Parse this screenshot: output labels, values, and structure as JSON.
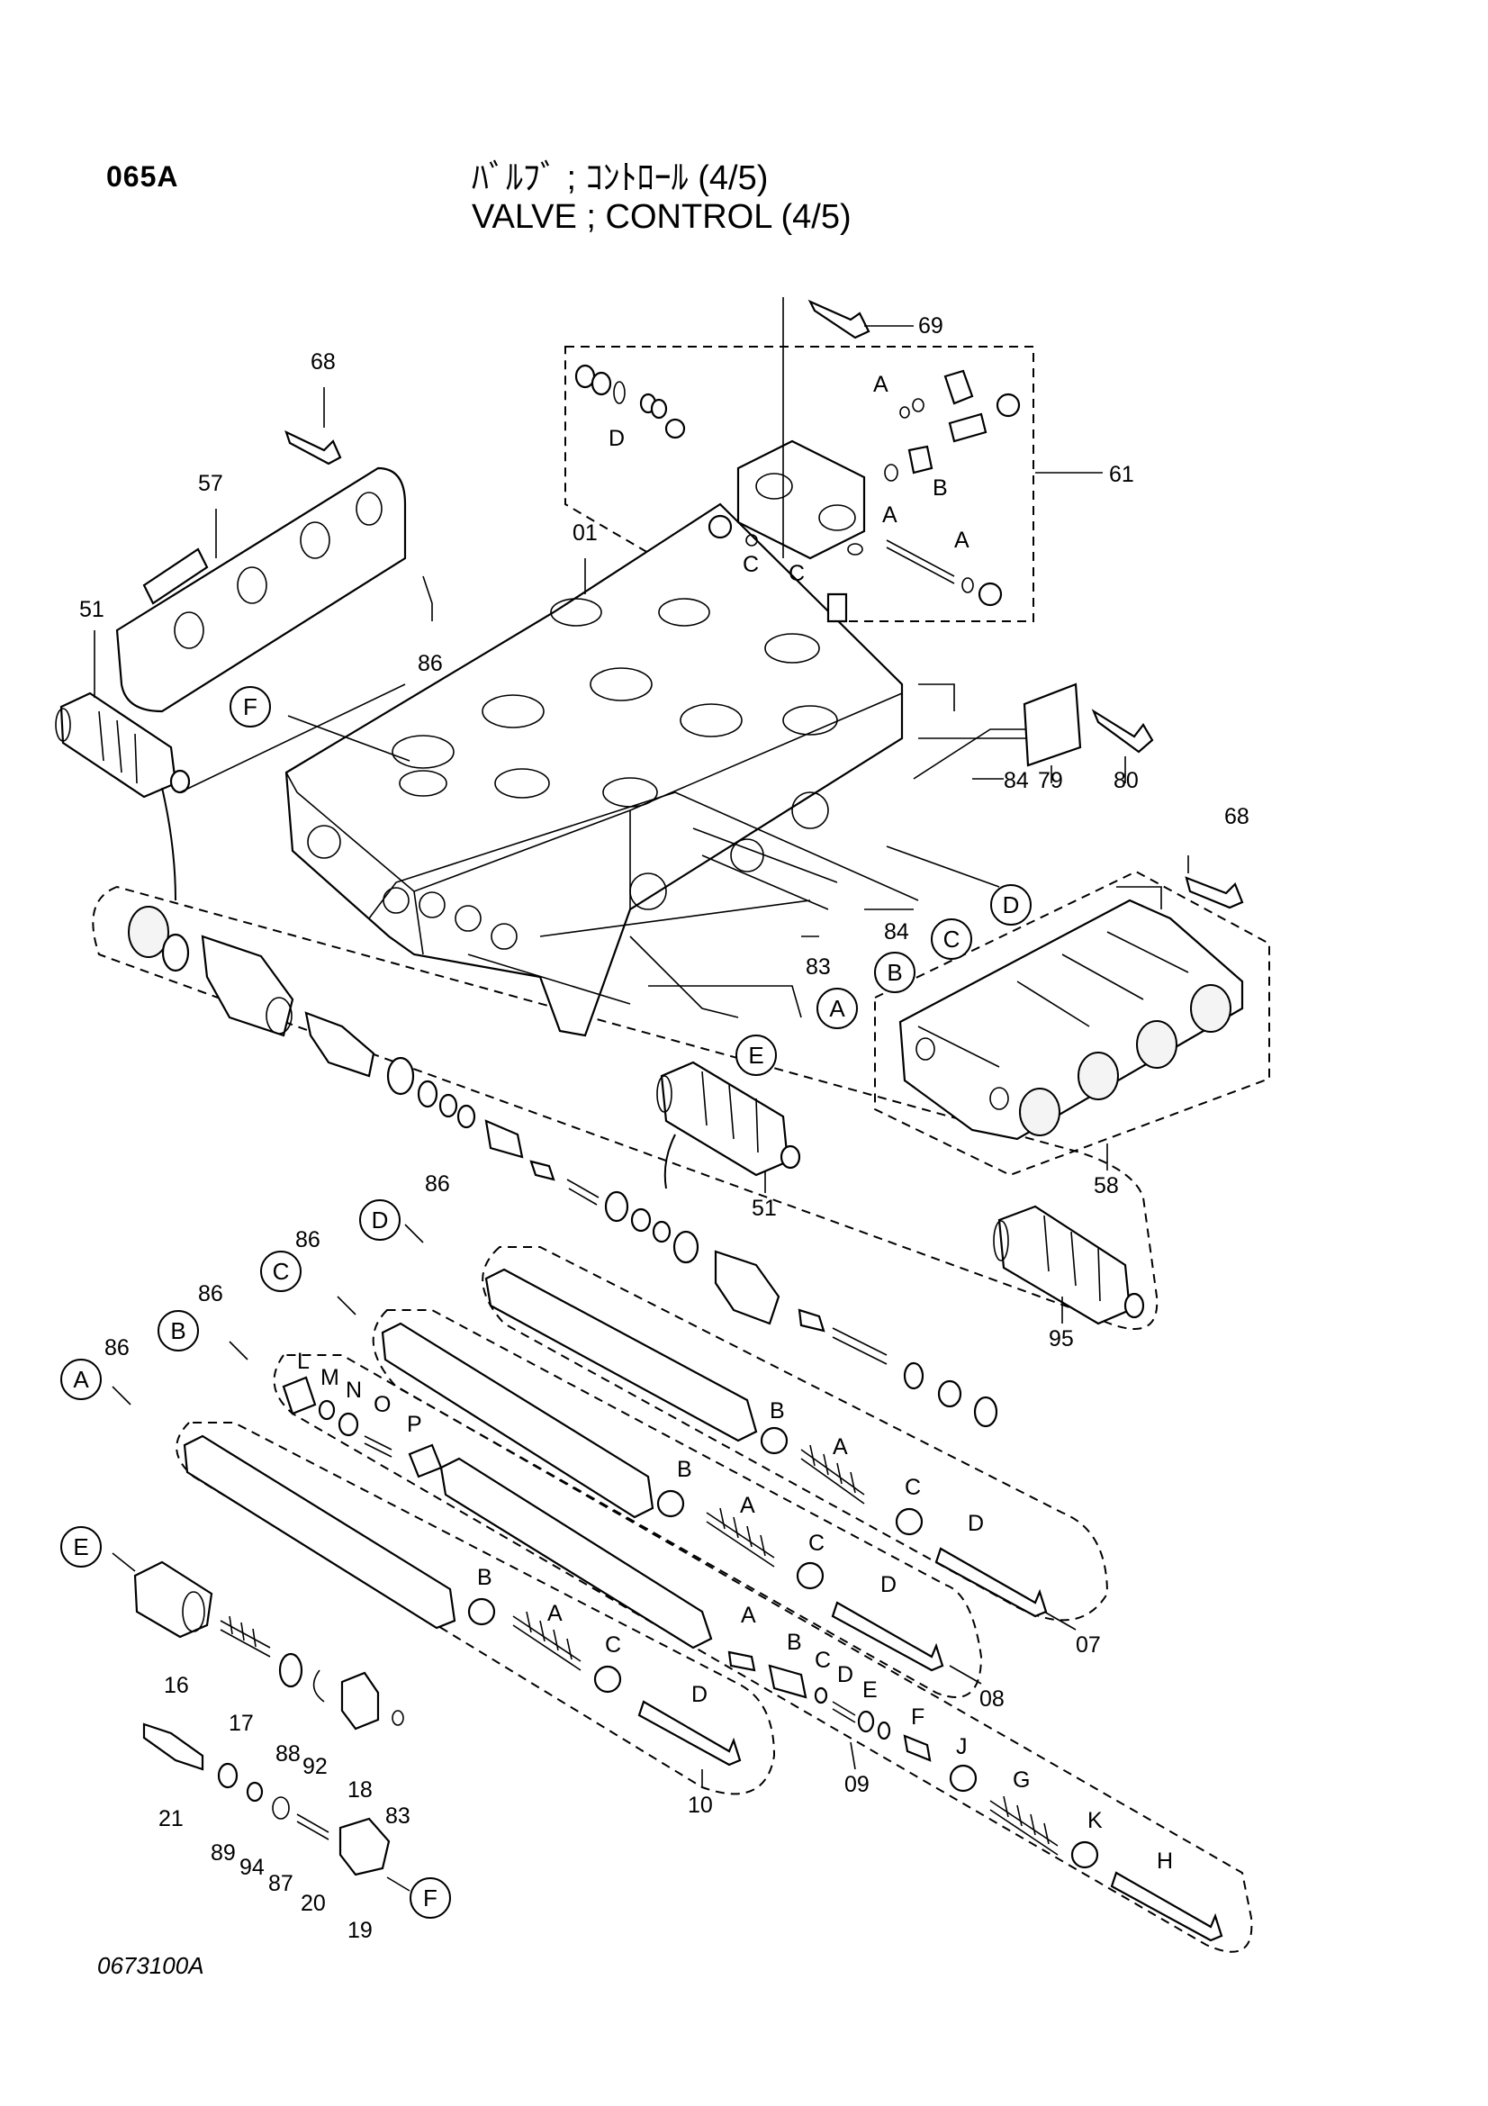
{
  "header": {
    "code": "065A",
    "title_jp": "ﾊﾞﾙﾌﾞ ; ｺﾝﾄﾛｰﾙ (4/5)",
    "title_en": "VALVE ; CONTROL (4/5)"
  },
  "footer": {
    "drawing_number": "0673100A"
  },
  "part_numbers": [
    "01",
    "07",
    "08",
    "09",
    "10",
    "16",
    "17",
    "18",
    "19",
    "20",
    "21",
    "51",
    "57",
    "58",
    "61",
    "68",
    "69",
    "79",
    "80",
    "83",
    "84",
    "86",
    "87",
    "88",
    "89",
    "92",
    "94",
    "95"
  ],
  "reference_letters": [
    "A",
    "B",
    "C",
    "D",
    "E",
    "F",
    "G",
    "H",
    "J",
    "K",
    "L",
    "M",
    "N",
    "O",
    "P"
  ],
  "callouts": {
    "p69": "69",
    "p68a": "68",
    "p57": "57",
    "p01": "01",
    "p61": "61",
    "p51a": "51",
    "p86a": "86",
    "p84a": "84",
    "p79": "79",
    "p80": "80",
    "p68b": "68",
    "p84b": "84",
    "p83a": "83",
    "p58": "58",
    "p51b": "51",
    "p95": "95",
    "p86b": "86",
    "p86c": "86",
    "p86d": "86",
    "p86e": "86",
    "p07": "07",
    "p08": "08",
    "p09": "09",
    "p10": "10",
    "p16": "16",
    "p17": "17",
    "p88": "88",
    "p92": "92",
    "p18": "18",
    "p83b": "83",
    "p21": "21",
    "p89": "89",
    "p94": "94",
    "p87": "87",
    "p20": "20",
    "p19": "19"
  },
  "letters": {
    "A1": "A",
    "A2": "A",
    "A3": "A",
    "B1": "B",
    "C1": "C",
    "C2": "C",
    "D1": "D",
    "s07B": "B",
    "s07A": "A",
    "s07C": "C",
    "s07D": "D",
    "s08B": "B",
    "s08A": "A",
    "s08C": "C",
    "s08D": "D",
    "s10B": "B",
    "s10A": "A",
    "s10C": "C",
    "s10D": "D",
    "s09L": "L",
    "s09M": "M",
    "s09N": "N",
    "s09O": "O",
    "s09P": "P",
    "s09A": "A",
    "s09B": "B",
    "s09C": "C",
    "s09D": "D",
    "s09E": "E",
    "s09F": "F",
    "s09J": "J",
    "s09G": "G",
    "s09K": "K",
    "s09H": "H"
  },
  "circled": {
    "F1": "F",
    "D1": "D",
    "C1": "C",
    "B1": "B",
    "A1": "A",
    "E1": "E",
    "D2": "D",
    "C2": "C",
    "B2": "B",
    "A2": "A",
    "E2": "E",
    "F2": "F"
  }
}
